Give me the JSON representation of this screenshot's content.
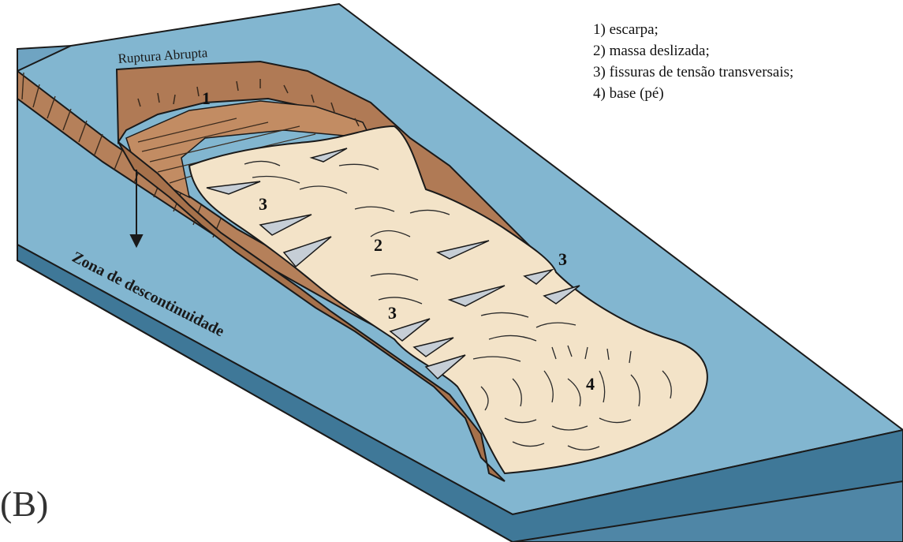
{
  "figure": {
    "panel_label": "(B)",
    "top_label": "Ruptura Abrupta",
    "zone_label": "Zona de descontinuidade",
    "markers": {
      "m1": "1",
      "m2": "2",
      "m3a": "3",
      "m3b": "3",
      "m3c": "3",
      "m4": "4"
    }
  },
  "legend": {
    "items": [
      "1) escarpa;",
      "2) massa deslizada;",
      "3) fissuras de tensão transversais;",
      "4) base (pé)"
    ]
  },
  "colors": {
    "slope_top": "#7fb3cd",
    "slope_side": "#5e93b0",
    "soil": "#b07a55",
    "mass": "#f3e3c8",
    "crack_fill": "#c6ced6",
    "outline": "#1a1a1a"
  }
}
